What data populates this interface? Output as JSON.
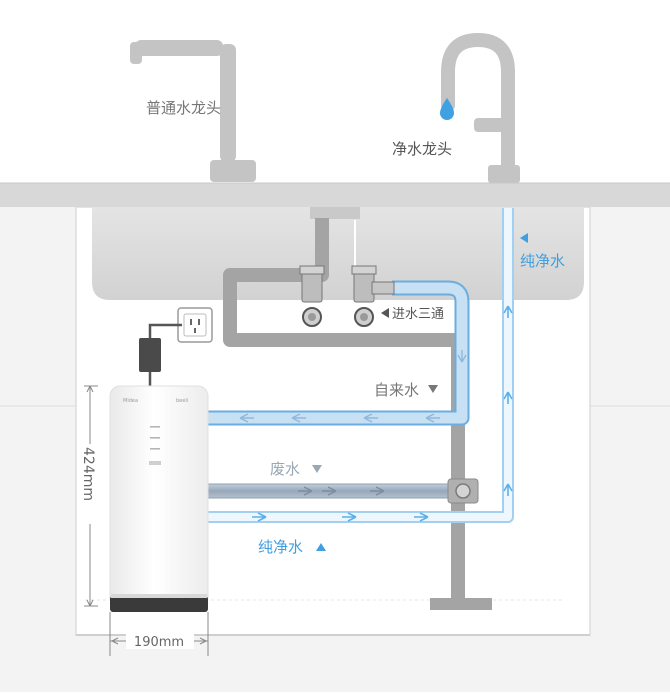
{
  "labels": {
    "regular_faucet": "普通水龙头",
    "pure_faucet": "净水龙头",
    "pure_water_right": "纯净水",
    "inlet_tee": "进水三通",
    "tap_water": "自来水",
    "waste_water": "废水",
    "pure_water_bottom": "纯净水",
    "height_dim": "424mm",
    "width_dim": "190mm",
    "brand_left": "Midea",
    "brand_right": "beeli"
  },
  "colors": {
    "tap_pipe": "#b9d6ee",
    "pure_pipe": "#e3f1fb",
    "waste_pipe": "#a9b8c8",
    "drain_pipe": "#9a9a9a",
    "pure_text": "#3f9fe0",
    "gray_text": "#777777",
    "counter": "#d6d6d6"
  },
  "icons": {
    "flow_arrow": "arrow-icon",
    "outlet": "power-outlet-icon",
    "droplet": "water-drop-icon"
  }
}
